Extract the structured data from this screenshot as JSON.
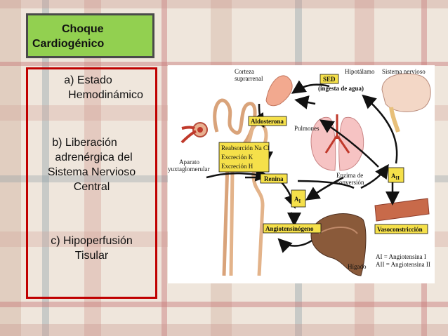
{
  "title": {
    "line1": "Choque",
    "line2": "Cardiogénico"
  },
  "items": [
    {
      "lines": [
        "a) Estado",
        "Hemodinámico"
      ]
    },
    {
      "lines": [
        "b) Liberación",
        "adrenérgica del",
        "Sistema Nervioso",
        "Central"
      ]
    },
    {
      "lines": [
        "c) Hipoperfusión",
        "Tisular"
      ]
    }
  ],
  "diagram": {
    "corteza": [
      "Corteza",
      "suprarrenal"
    ],
    "hipotalamo": "Hipotálamo",
    "sistema_nervioso": "Sistema nervioso",
    "sed": "SED",
    "ingesta": "(ingesta de agua)",
    "aldosterona": "Aldosterona",
    "pulmones": "Pulmones",
    "reabsorcion": "Reabsorción Na Cl",
    "excrecion_k": "Excreción   K",
    "excrecion_h": "Excreción   H",
    "aparato": [
      "Aparato",
      "yuxtaglomerular"
    ],
    "renina": "Renina",
    "enzima": [
      "Enzima de",
      "conversión"
    ],
    "a2": "A",
    "a2_sub": "II",
    "a1": "A",
    "a1_sub": "I",
    "angiotensinogeno": "Angiotensinógeno",
    "vasoconstriccion": "Vasoconstricción",
    "higado": "Hígado",
    "legend1": "AI = Angiotensina I",
    "legend2": "AII = Angiotensina II"
  }
}
